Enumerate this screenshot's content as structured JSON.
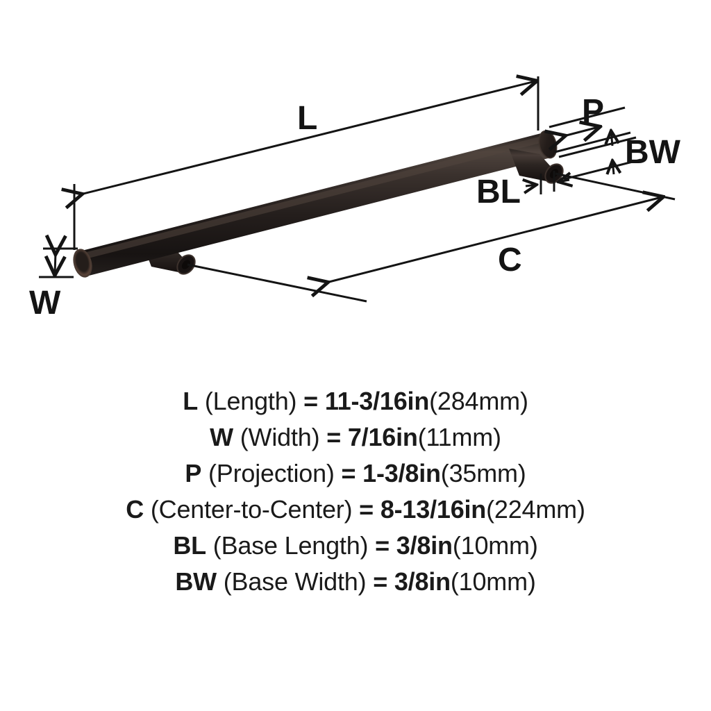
{
  "product": {
    "type": "bar-pull-handle",
    "finish_color": "#2b2522",
    "finish_highlight": "#584a44",
    "finish_shadow": "#120e0d",
    "line_color": "#141414",
    "text_color": "#1a1a1a"
  },
  "diagram": {
    "labels": {
      "length": "L",
      "width": "W",
      "projection": "P",
      "center_to_center": "C",
      "base_length": "BL",
      "base_width": "BW"
    }
  },
  "specs": [
    {
      "code": "L",
      "name": "(Length)",
      "eq": "=",
      "imperial": "11-3/16in",
      "metric": "(284mm)"
    },
    {
      "code": "W",
      "name": "(Width)",
      "eq": "=",
      "imperial": "7/16in",
      "metric": "(11mm)"
    },
    {
      "code": "P",
      "name": "(Projection)",
      "eq": "=",
      "imperial": "1-3/8in",
      "metric": "(35mm)"
    },
    {
      "code": "C",
      "name": "(Center-to-Center)",
      "eq": "=",
      "imperial": "8-13/16in",
      "metric": "(224mm)"
    },
    {
      "code": "BL",
      "name": "(Base Length)",
      "eq": "=",
      "imperial": "3/8in",
      "metric": "(10mm)"
    },
    {
      "code": "BW",
      "name": "(Base Width)",
      "eq": "=",
      "imperial": "3/8in",
      "metric": "(10mm)"
    }
  ]
}
